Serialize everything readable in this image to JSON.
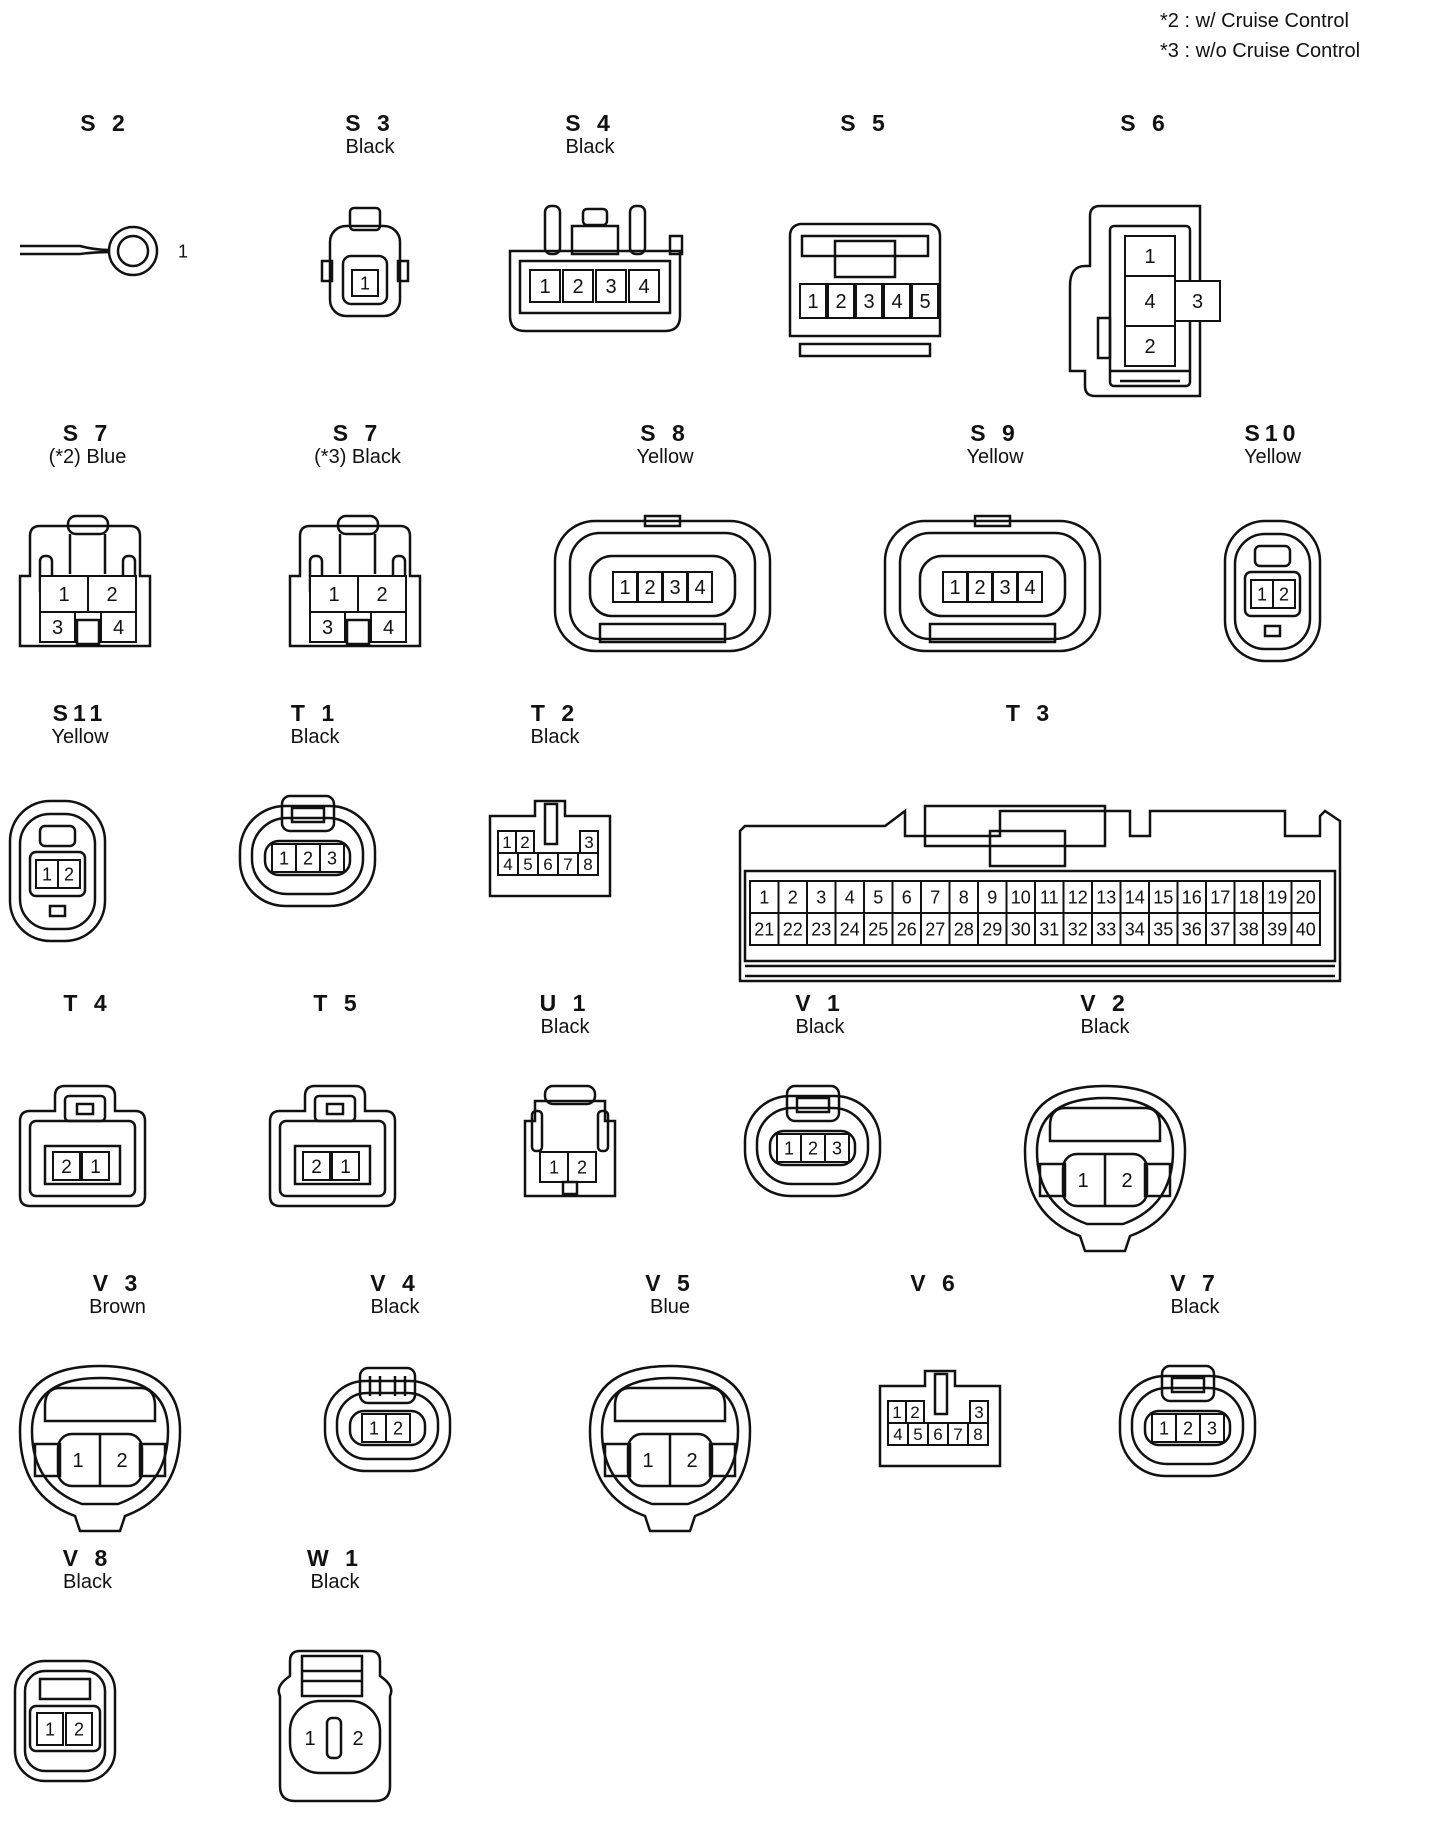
{
  "legend": {
    "note_2": "*2 : w/ Cruise Control",
    "note_3": "*3 : w/o Cruise Control"
  },
  "connectors": [
    {
      "id": "S 2",
      "color": "",
      "kind": "ring",
      "pins": [
        "1"
      ]
    },
    {
      "id": "S 3",
      "color": "Black",
      "kind": "small1",
      "pins": [
        "1"
      ]
    },
    {
      "id": "S 4",
      "color": "Black",
      "kind": "rowtabs",
      "pins": [
        "1",
        "2",
        "3",
        "4"
      ]
    },
    {
      "id": "S 5",
      "color": "",
      "kind": "rowbox",
      "pins": [
        "1",
        "2",
        "3",
        "4",
        "5"
      ]
    },
    {
      "id": "S 6",
      "color": "",
      "kind": "cross",
      "pins": [
        "1",
        "4",
        "3",
        "2"
      ]
    },
    {
      "id": "S 7",
      "color": "(*2)  Blue",
      "kind": "quad",
      "pins": [
        "1",
        "2",
        "3",
        "4"
      ]
    },
    {
      "id": "S 7",
      "color": "(*3)  Black",
      "kind": "quad",
      "pins": [
        "1",
        "2",
        "3",
        "4"
      ]
    },
    {
      "id": "S 8",
      "color": "Yellow",
      "kind": "oval4",
      "pins": [
        "1",
        "2",
        "3",
        "4"
      ]
    },
    {
      "id": "S 9",
      "color": "Yellow",
      "kind": "oval4",
      "pins": [
        "1",
        "2",
        "3",
        "4"
      ]
    },
    {
      "id": "S10",
      "color": "Yellow",
      "kind": "tall2",
      "pins": [
        "1",
        "2"
      ]
    },
    {
      "id": "S11",
      "color": "Yellow",
      "kind": "tall2",
      "pins": [
        "1",
        "2"
      ]
    },
    {
      "id": "T 1",
      "color": "Black",
      "kind": "oval3",
      "pins": [
        "1",
        "2",
        "3"
      ]
    },
    {
      "id": "T 2",
      "color": "Black",
      "kind": "grid8",
      "pins": [
        "1",
        "2",
        "3",
        "4",
        "5",
        "6",
        "7",
        "8"
      ]
    },
    {
      "id": "T 3",
      "color": "",
      "kind": "big40",
      "pins": [
        "1",
        "2",
        "3",
        "4",
        "5",
        "6",
        "7",
        "8",
        "9",
        "10",
        "11",
        "12",
        "13",
        "14",
        "15",
        "16",
        "17",
        "18",
        "19",
        "20",
        "21",
        "22",
        "23",
        "24",
        "25",
        "26",
        "27",
        "28",
        "29",
        "30",
        "31",
        "32",
        "33",
        "34",
        "35",
        "36",
        "37",
        "38",
        "39",
        "40"
      ]
    },
    {
      "id": "T 4",
      "color": "",
      "kind": "hood2",
      "pins": [
        "2",
        "1"
      ]
    },
    {
      "id": "T 5",
      "color": "",
      "kind": "hood2",
      "pins": [
        "2",
        "1"
      ]
    },
    {
      "id": "U 1",
      "color": "Black",
      "kind": "small2",
      "pins": [
        "1",
        "2"
      ]
    },
    {
      "id": "V 1",
      "color": "Black",
      "kind": "oval3",
      "pins": [
        "1",
        "2",
        "3"
      ]
    },
    {
      "id": "V 2",
      "color": "Black",
      "kind": "round2",
      "pins": [
        "1",
        "2"
      ]
    },
    {
      "id": "V 3",
      "color": "Brown",
      "kind": "round2",
      "pins": [
        "1",
        "2"
      ]
    },
    {
      "id": "V 4",
      "color": "Black",
      "kind": "oval2",
      "pins": [
        "1",
        "2"
      ]
    },
    {
      "id": "V 5",
      "color": "Blue",
      "kind": "round2",
      "pins": [
        "1",
        "2"
      ]
    },
    {
      "id": "V 6",
      "color": "",
      "kind": "grid8",
      "pins": [
        "1",
        "2",
        "3",
        "4",
        "5",
        "6",
        "7",
        "8"
      ]
    },
    {
      "id": "V 7",
      "color": "Black",
      "kind": "oval3",
      "pins": [
        "1",
        "2",
        "3"
      ]
    },
    {
      "id": "V 8",
      "color": "Black",
      "kind": "sq2",
      "pins": [
        "1",
        "2"
      ]
    },
    {
      "id": "W 1",
      "color": "Black",
      "kind": "hood2w",
      "pins": [
        "1",
        "2"
      ]
    }
  ]
}
